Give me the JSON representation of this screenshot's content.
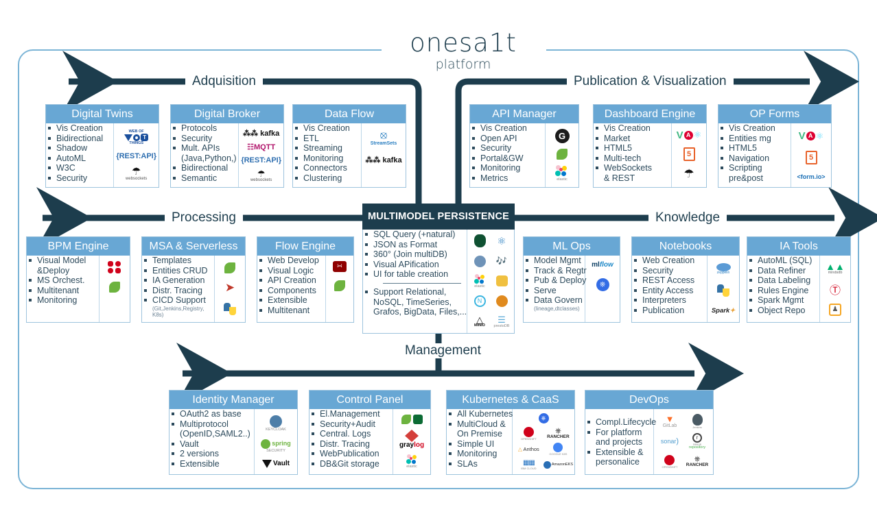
{
  "logo": {
    "main": "onesa1t",
    "sub": "platform"
  },
  "bands": {
    "acquisition": "Adquisition",
    "publication": "Publication & Visualization",
    "processing": "Processing",
    "knowledge": "Knowledge",
    "management": "Management"
  },
  "central": {
    "title": "MULTIMODEL PERSISTENCE",
    "features": [
      "SQL Query (+natural)",
      "JSON as Format",
      "360° (Join multiDB)",
      "Visual APification",
      "UI for table creation"
    ],
    "support": [
      "Support  Relational,",
      "NoSQL, TimeSeries,",
      "Grafos, BigData, Files,..."
    ],
    "logos": [
      "mongodb-icon",
      "cosmosdb-icon",
      "postgresql-icon",
      "mariadb-icon",
      "elastic-icon",
      "mongo-alt-icon",
      "neo4j-icon",
      "hbase-icon",
      "minio-icon",
      "presto-icon"
    ]
  },
  "cards": [
    {
      "id": "digital-twins",
      "title": "Digital Twins",
      "features": [
        "Vis Creation",
        "Bidirectional",
        "Shadow",
        "AutoML",
        "W3C",
        "Security"
      ],
      "logos": [
        "web-of-things-icon",
        "rest-api-icon",
        "websockets-icon"
      ]
    },
    {
      "id": "digital-broker",
      "title": "Digital Broker",
      "features": [
        "Protocols",
        "Security",
        "Mult. APIs",
        "(Java,Python,)",
        "Bidirectional",
        "Semantic"
      ],
      "cont": [
        3
      ],
      "logos": [
        "kafka-icon",
        "mqtt-icon",
        "rest-api-icon",
        "websockets-icon"
      ]
    },
    {
      "id": "data-flow",
      "title": "Data Flow",
      "features": [
        "Vis Creation",
        "ETL",
        "Streaming",
        "Monitoring",
        "Connectors",
        "Clustering"
      ],
      "logos": [
        "streamsets-icon",
        "kafka-icon"
      ]
    },
    {
      "id": "api-manager",
      "title": "API Manager",
      "features": [
        "Vis Creation",
        "Open API",
        "Security",
        "Portal&GW",
        "Monitoring",
        "Metrics"
      ],
      "logos": [
        "gravitee-icon",
        "spring-icon",
        "elastic-icon"
      ]
    },
    {
      "id": "dashboard-engine",
      "title": "Dashboard Engine",
      "features": [
        "Vis Creation",
        "Market",
        "HTML5",
        "Multi-tech",
        "WebSockets",
        "& REST"
      ],
      "cont": [
        5
      ],
      "logos": [
        "vue-angular-react-icon",
        "html5-icon",
        "websockets-icon"
      ]
    },
    {
      "id": "op-forms",
      "title": "OP Forms",
      "features": [
        "Vis Creation",
        "Entities mg",
        "HTML5",
        "Navigation",
        "Scripting",
        "pre&post"
      ],
      "cont": [
        5
      ],
      "logos": [
        "vue-angular-react-icon",
        "html5-icon",
        "form-io-icon"
      ]
    },
    {
      "id": "bpm-engine",
      "title": "BPM Engine",
      "features": [
        "Visual Model",
        "&Deploy",
        "MS Orchest.",
        "Multitenant",
        "Monitoring"
      ],
      "cont": [
        1
      ],
      "logos": [
        "flowable-icon",
        "spring-icon"
      ]
    },
    {
      "id": "msa-serverless",
      "title": "MSA & Serverless",
      "features": [
        "Templates",
        "Entities CRUD",
        "IA Generation",
        "Distr. Tracing",
        "CICD Support"
      ],
      "note": [
        "(Git,Jenkins,Registry,",
        "K8s)"
      ],
      "logos": [
        "spring-icon",
        "openfaas-icon",
        "python-icon"
      ]
    },
    {
      "id": "flow-engine",
      "title": "Flow Engine",
      "features": [
        "Web Develop",
        "Visual Logic",
        "API Creation",
        "Components",
        "Extensible",
        "Multitenant"
      ],
      "logos": [
        "nodered-icon",
        "spring-icon"
      ]
    },
    {
      "id": "ml-ops",
      "title": "ML Ops",
      "features": [
        "Model Mgmt",
        "Track & Regtr",
        "Pub & Deploy",
        "Serve",
        "Data Govern"
      ],
      "note": [
        "(lineage,dtclasses)"
      ],
      "logos": [
        "mlflow-icon",
        "kubeflow-icon"
      ]
    },
    {
      "id": "notebooks",
      "title": "Notebooks",
      "features": [
        "Web Creation",
        "Security",
        "REST Access",
        "Entity Access",
        "Interpreters",
        "Publication"
      ],
      "logos": [
        "zeppelin-icon",
        "python-icon",
        "spark-icon"
      ]
    },
    {
      "id": "ia-tools",
      "title": "IA Tools",
      "features": [
        "AutoML (SQL)",
        "Data Refiner",
        "Data Labeling",
        "Rules Engine",
        "Spark  Mgmt",
        "Object Repo"
      ],
      "logos": [
        "mindsdb-icon",
        "labeling-icon",
        "object-repo-icon"
      ]
    },
    {
      "id": "identity-manager",
      "title": "Identity Manager",
      "features": [
        "OAuth2 as base",
        "Multiprotocol",
        "(OpenID,SAML2..)",
        "Vault",
        "2 versions",
        "Extensible"
      ],
      "cont": [
        2
      ],
      "logos": [
        "keycloak-icon",
        "spring-security-icon",
        "hashicorp-vault-icon"
      ]
    },
    {
      "id": "control-panel",
      "title": "Control Panel",
      "features": [
        "El.Management",
        "Security+Audit",
        "Central. Logs",
        "Distr. Tracing",
        "WebPublication",
        "DB&Git storage"
      ],
      "logos": [
        "spring-icon",
        "graylog-icon",
        "elastic-icon"
      ]
    },
    {
      "id": "kubernetes-caas",
      "title": "Kubernetes & CaaS",
      "features": [
        "All Kubernetes",
        "MultiCloud &",
        "On Premise",
        "Simple UI",
        "Monitoring",
        "SLAs"
      ],
      "cont": [
        2
      ],
      "logos": [
        "kubernetes-icon",
        "openshift-icon",
        "rancher-icon",
        "anthos-icon",
        "gke-icon",
        "ibm-cloud-icon",
        "amazon-eks-icon"
      ]
    },
    {
      "id": "devops",
      "title": "DevOps",
      "features": [
        "Compl.Lifecycle",
        "For platform",
        "and projects",
        "Extensible &",
        "personalice"
      ],
      "cont": [
        2,
        4
      ],
      "logos": [
        "gitlab-icon",
        "jenkins-icon",
        "sonar-icon",
        "nexus-icon",
        "openshift-icon",
        "rancher-icon"
      ]
    }
  ],
  "colors": {
    "dark": "#1d3d4d",
    "header_blue": "#68a7d4",
    "border_blue": "#7bb4d6",
    "text": "#2c4a5c"
  }
}
